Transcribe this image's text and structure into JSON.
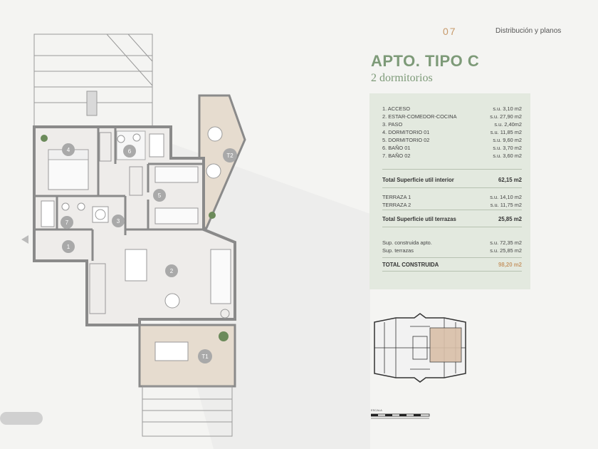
{
  "header": {
    "page_number": "07",
    "section": "Distribución y planos"
  },
  "apartment": {
    "title": "APTO. TIPO C",
    "subtitle": "2 dormitorios"
  },
  "rooms": [
    {
      "label": "1. ACCESO",
      "value": "s.u.  3,10 m2"
    },
    {
      "label": "2. ESTAR-COMEDOR-COCINA",
      "value": "s.u. 27,90 m2"
    },
    {
      "label": "3. PASO",
      "value": "s.u.  2,40m2"
    },
    {
      "label": "4. DORMITORIO 01",
      "value": "s.u. 11,85 m2"
    },
    {
      "label": "5. DORMITORIO 02",
      "value": "s.u.  9,60 m2"
    },
    {
      "label": "6. BAÑO 01",
      "value": "s.u.  3,70 m2"
    },
    {
      "label": "7. BAÑO 02",
      "value": "s.u.  3,60 m2"
    }
  ],
  "total_interior": {
    "label": "Total Superficie util interior",
    "value": "62,15 m2"
  },
  "terraces": [
    {
      "label": "TERRAZA 1",
      "value": "s.u. 14,10 m2"
    },
    {
      "label": "TERRAZA 2",
      "value": "s.u. 11,75 m2"
    }
  ],
  "total_terraces": {
    "label": "Total Superficie util terrazas",
    "value": "25,85 m2"
  },
  "built": [
    {
      "label": "Sup. construida apto.",
      "value": "s.u. 72,35 m2"
    },
    {
      "label": "Sup. terrazas",
      "value": "s.u. 25,85 m2"
    }
  ],
  "total_built": {
    "label": "TOTAL CONSTRUIDA",
    "value": "98,20 m2"
  },
  "plan_labels": {
    "r1": "1",
    "r2": "2",
    "r3": "3",
    "r4": "4",
    "r5": "5",
    "r6": "6",
    "r7": "7",
    "t1": "T1",
    "t2": "T2"
  },
  "scale": {
    "label": "ESCALA"
  },
  "colors": {
    "accent_green": "#7d9a78",
    "accent_copper": "#c79a6b",
    "table_bg": "#e3e9df",
    "wall": "#8a8a8a",
    "highlight": "#d9c0a8"
  }
}
